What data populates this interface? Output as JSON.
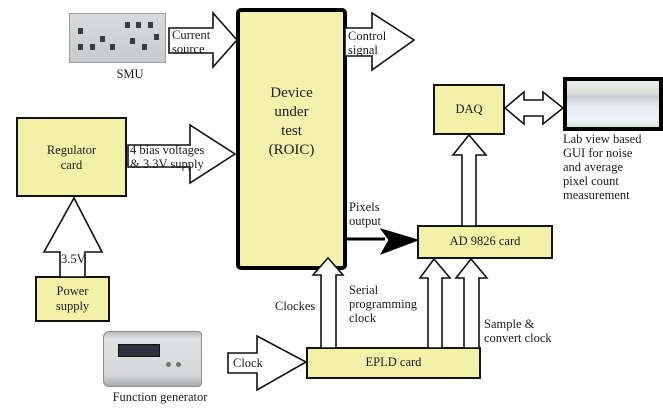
{
  "diagram": {
    "title": "",
    "colors": {
      "box_fill": "#f1f1a8",
      "stroke": "#111111",
      "background": "#ffffff"
    },
    "nodes": {
      "smu": {
        "label": "SMU",
        "kind": "instrument-photo"
      },
      "dut": {
        "line1": "Device",
        "line2": "under",
        "line3": "test",
        "line4": "(ROIC)"
      },
      "regulator": {
        "line1": "Regulator",
        "line2": "card"
      },
      "power_supply": {
        "line1": "Power",
        "line2": "supply"
      },
      "daq": {
        "label": "DAQ"
      },
      "gui": {
        "kind": "screenshot",
        "caption": [
          "Lab view based",
          "GUI for noise",
          "and average",
          "pixel count",
          "measurement"
        ]
      },
      "ad9826": {
        "label": "AD 9826 card"
      },
      "epld": {
        "label": "EPLD card"
      },
      "function_generator": {
        "label": "Function generator",
        "kind": "instrument-photo"
      }
    },
    "edges": {
      "current_source": {
        "from": "SMU",
        "to": "Device under test",
        "line1": "Current",
        "line2": "source"
      },
      "control_signal": {
        "from": "Device under test",
        "to": "(out)",
        "line1": "Control",
        "line2": "signal"
      },
      "bias": {
        "from": "Regulator card",
        "to": "Device under test",
        "line1": "4 bias voltages",
        "line2": "& 3.3V supply"
      },
      "supply_35": {
        "from": "Power supply",
        "to": "Regulator card",
        "label": "3.5V"
      },
      "pixels_output": {
        "from": "Device under test",
        "to": "AD 9826 card",
        "line1": "Pixels",
        "line2": "output"
      },
      "clockes": {
        "from": "EPLD card",
        "to": "Device under test",
        "label": "Clockes"
      },
      "serial_programming": {
        "from": "EPLD card",
        "to": "Device under test",
        "line1": "Serial",
        "line2": "programming",
        "line3": "clock"
      },
      "sample_convert": {
        "from": "EPLD card",
        "to": "AD 9826 card",
        "line1": "Sample &",
        "line2": "convert clock"
      },
      "ad_to_daq": {
        "from": "AD 9826 card",
        "to": "DAQ",
        "label": ""
      },
      "daq_gui": {
        "from": "DAQ",
        "to": "GUI",
        "label": "",
        "bidirectional": true
      },
      "clock": {
        "from": "Function generator",
        "to": "EPLD card",
        "label": "Clock"
      }
    }
  }
}
